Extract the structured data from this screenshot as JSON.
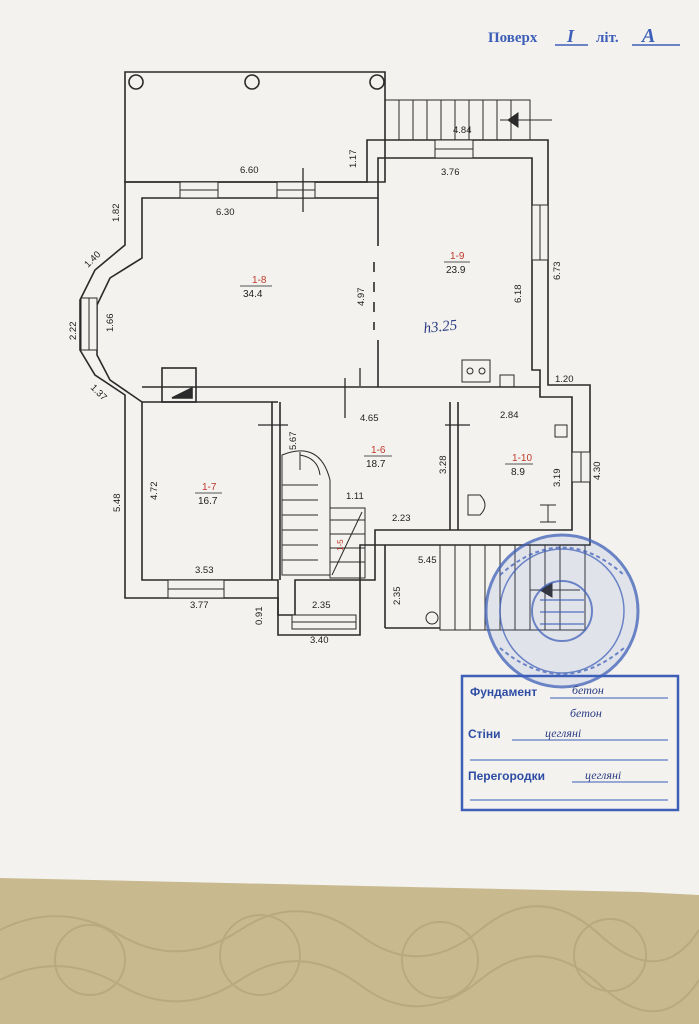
{
  "header": {
    "floor_label": "Поверх",
    "floor_value": "I",
    "letter_label": "літ.",
    "letter_value": "А"
  },
  "dimensions": [
    "6.60",
    "1.17",
    "4.84",
    "3.76",
    "6.30",
    "1.82",
    "1.40",
    "2.22",
    "1.66",
    "1.37",
    "4.97",
    "6.18",
    "6.73",
    "1.20",
    "4.65",
    "2.84",
    "5.67",
    "3.28",
    "4.30",
    "3.19",
    "4.72",
    "5.48",
    "1.11",
    "2.23",
    "5.45",
    "3.53",
    "3.77",
    "0.91",
    "2.35",
    "2.35",
    "3.40"
  ],
  "rooms": [
    {
      "number": "1-8",
      "area": "34.4"
    },
    {
      "number": "1-9",
      "area": "23.9"
    },
    {
      "number": "1-7",
      "area": "16.7"
    },
    {
      "number": "1-6",
      "area": "18.7"
    },
    {
      "number": "1-10",
      "area": "8.9"
    },
    {
      "number": "1-5",
      "area": ""
    }
  ],
  "height_note": "h3.25",
  "legend": {
    "foundation_label": "Фундамент",
    "foundation_value": "бетон",
    "foundation_note": "бетон",
    "walls_label": "Стіни",
    "walls_value": "цегляні",
    "partitions_label": "Перегородки",
    "partitions_value": "цегляні"
  },
  "colors": {
    "paper": "#f3f2ef",
    "line": "#2a2a2a",
    "stamp": "#3d5fb8",
    "red": "#c0392b",
    "carpet": "#c9b98e"
  }
}
